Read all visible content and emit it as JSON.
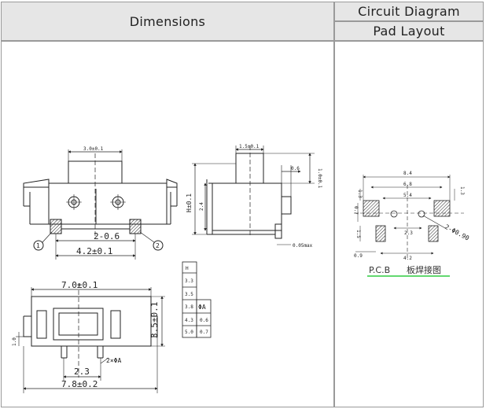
{
  "header": {
    "dimensions_label": "Dimensions",
    "circuit_label": "Circuit  Diagram",
    "pad_label": "Pad  Layout"
  },
  "top_view": {
    "width_dim": "3.0±0.1",
    "pitch_dim": "2-0.6",
    "span_dim": "4.2±0.1",
    "pin1": "1",
    "pin2": "2"
  },
  "side_view": {
    "top_dim": "1.5±0.1",
    "right_dim": "0.6",
    "right_top_dim": "1.0±0.1",
    "h_dim": "H±0.1",
    "inner_dim": "2.4",
    "foot_dim": "0.05max"
  },
  "bottom_view": {
    "width_dim": "7.0±0.1",
    "height_dim": "3.5±0.1",
    "left_dim": "1.0",
    "peg_pitch": "2.3",
    "peg_dim": "2×ΦA",
    "total_dim": "7.8±0.2"
  },
  "table": {
    "col_h": "H",
    "col_a": "ΦA",
    "rows": [
      {
        "h": "3.3",
        "a": ""
      },
      {
        "h": "3.5",
        "a": ""
      },
      {
        "h": "3.8",
        "a": ""
      },
      {
        "h": "4.3",
        "a": "0.6"
      },
      {
        "h": "5.0",
        "a": "0.7"
      }
    ]
  },
  "pcb": {
    "dim_top": "8.4",
    "dim_mid": "6.8",
    "dim_inner": "5.4",
    "dim_left": "1.3",
    "dim_right": "1.3",
    "dim_side": "0.7",
    "dim_low": "1.5",
    "dim_center": "2.3",
    "dim_hole": "2-Φ0.90",
    "dim_bl": "0.9",
    "dim_bottom": "4.2",
    "caption_latin": "P.C.B",
    "caption_cn": "板焊接图",
    "caption_underline_color": "#2ecc40"
  }
}
